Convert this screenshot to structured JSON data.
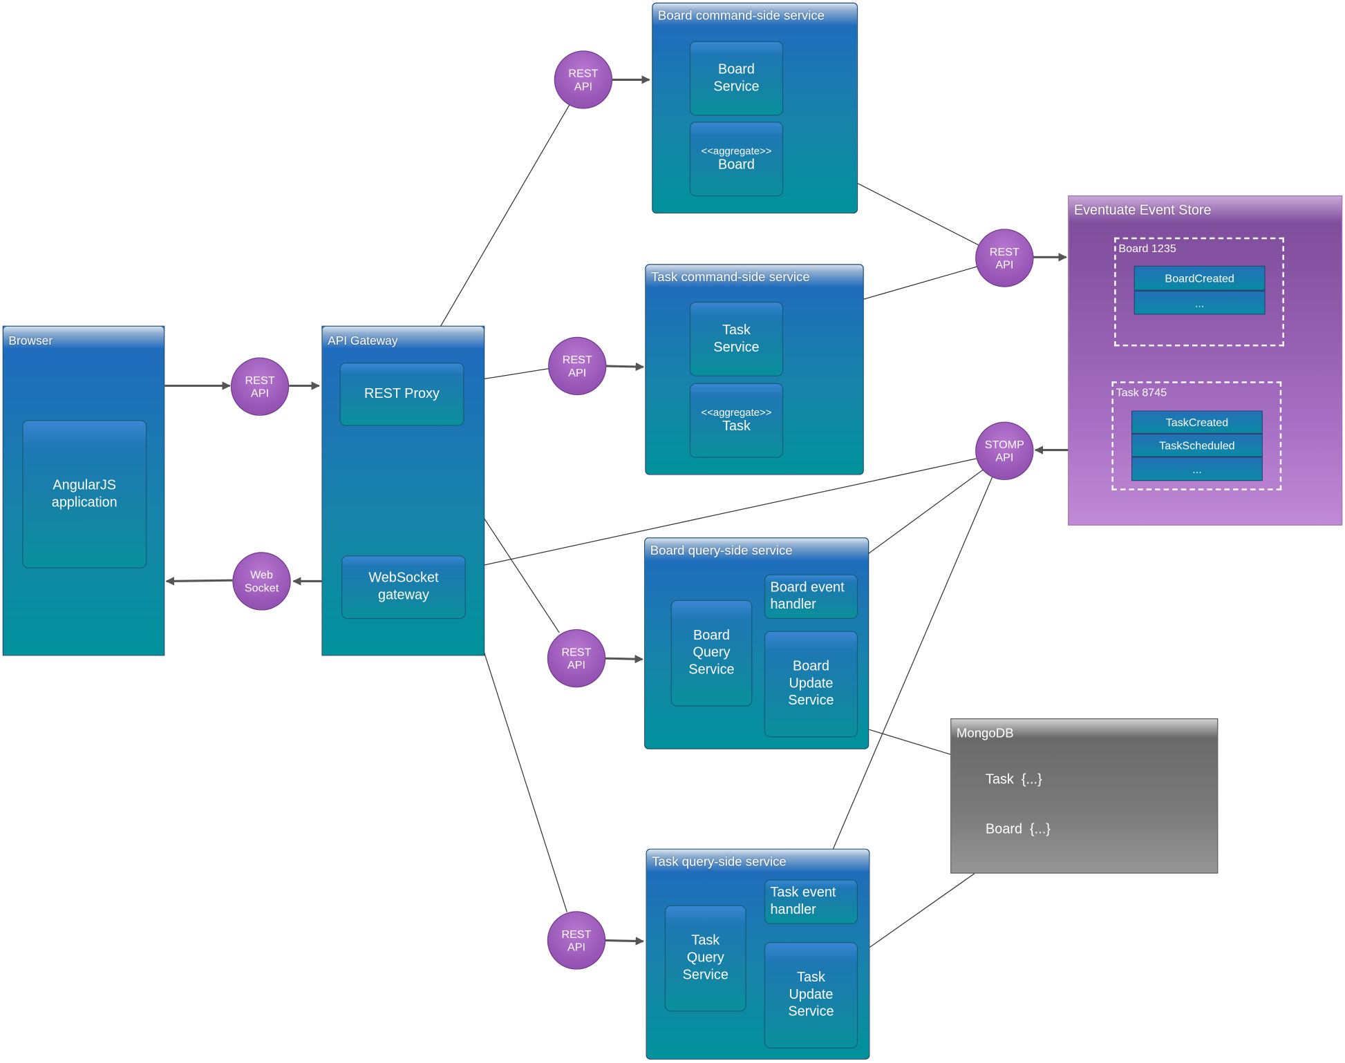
{
  "browser": {
    "title": "Browser",
    "app": [
      "AngularJS",
      "application"
    ]
  },
  "gateway": {
    "title": "API Gateway",
    "rest_proxy": "REST Proxy",
    "websocket": [
      "WebSocket",
      "gateway"
    ]
  },
  "board_command": {
    "title": "Board command-side service",
    "service": [
      "Board",
      "Service"
    ],
    "aggregate_stereotype": "<<aggregate>>",
    "aggregate": "Board"
  },
  "task_command": {
    "title": "Task command-side service",
    "service": [
      "Task",
      "Service"
    ],
    "aggregate_stereotype": "<<aggregate>>",
    "aggregate": "Task"
  },
  "board_query": {
    "title": "Board query-side service",
    "query_service": [
      "Board",
      "Query",
      "Service"
    ],
    "event_handler": [
      "Board event",
      "handler"
    ],
    "update_service": [
      "Board",
      "Update",
      "Service"
    ]
  },
  "task_query": {
    "title": "Task query-side service",
    "query_service": [
      "Task",
      "Query",
      "Service"
    ],
    "event_handler": [
      "Task event",
      "handler"
    ],
    "update_service": [
      "Task",
      "Update",
      "Service"
    ]
  },
  "event_store": {
    "title": "Eventuate Event Store",
    "groups": [
      {
        "label": "Board 1235",
        "events": [
          "BoardCreated",
          "..."
        ]
      },
      {
        "label": "Task 8745",
        "events": [
          "TaskCreated",
          "TaskScheduled",
          "..."
        ]
      }
    ]
  },
  "mongodb": {
    "title": "MongoDB",
    "items": [
      "Task  {...}",
      "Board  {...}"
    ]
  },
  "badges": {
    "rest_browser": [
      "REST",
      "API"
    ],
    "websocket": [
      "Web",
      "Socket"
    ],
    "rest_board_cmd": [
      "REST",
      "API"
    ],
    "rest_task_cmd": [
      "REST",
      "API"
    ],
    "rest_board_query": [
      "REST",
      "API"
    ],
    "rest_task_query": [
      "REST",
      "API"
    ],
    "rest_event_store": [
      "REST",
      "API"
    ],
    "stomp_event_store": [
      "STOMP",
      "API"
    ]
  }
}
